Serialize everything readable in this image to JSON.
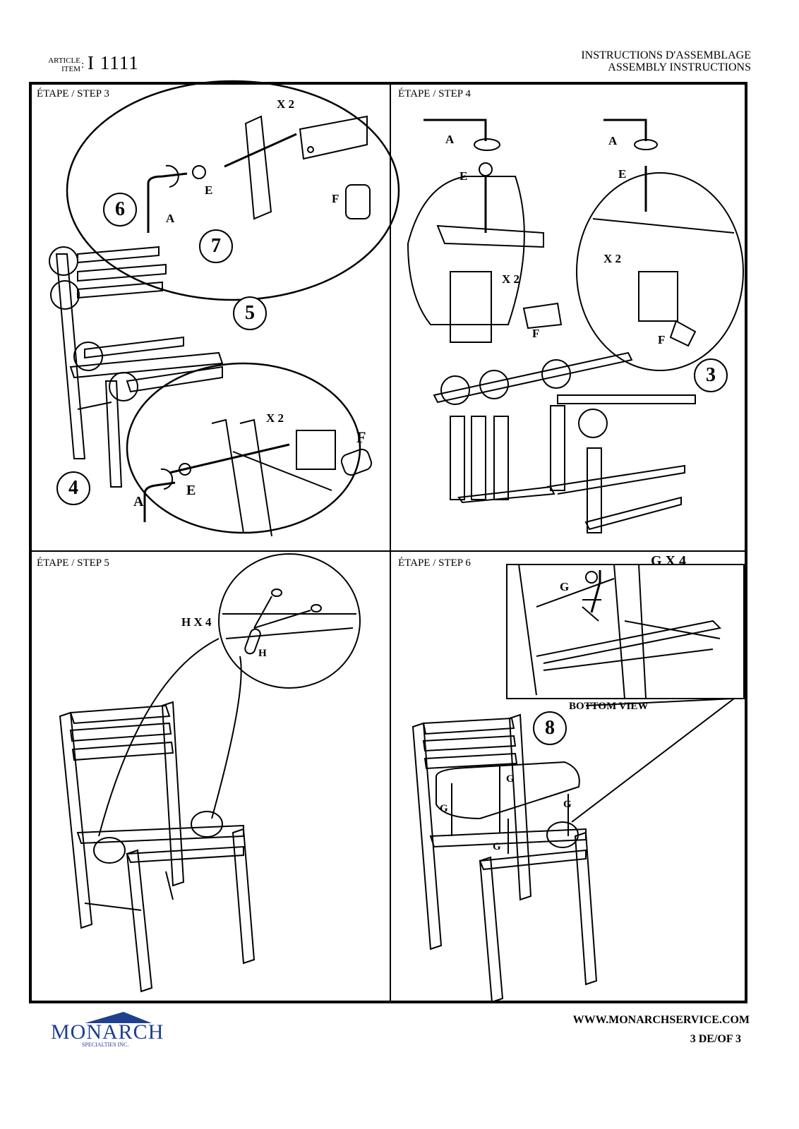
{
  "header": {
    "article_label": "ARTICLE",
    "item_label": "ITEM",
    "item_number": "I 1111",
    "title_fr": "INSTRUCTIONS D'ASSEMBLAGE",
    "title_en": "ASSEMBLY INSTRUCTIONS"
  },
  "panels": {
    "step3": {
      "heading": "ÉTAPE / STEP 3",
      "qty_top": "X 2",
      "qty_bottom": "X 2",
      "labels": {
        "A": "A",
        "E": "E",
        "F": "F"
      },
      "parts": [
        "6",
        "7",
        "5",
        "4"
      ]
    },
    "step4": {
      "heading": "ÉTAPE / STEP 4",
      "qty": "X 2",
      "labels": {
        "A": "A",
        "E": "E",
        "F": "F"
      },
      "part": "3"
    },
    "step5": {
      "heading": "ÉTAPE / STEP 5",
      "qty": "H X 4",
      "label_h": "H"
    },
    "step6": {
      "heading": "ÉTAPE / STEP 6",
      "qty": "G X 4",
      "label_g": "G",
      "bottom_view": "BOTTOM VIEW",
      "part": "8"
    }
  },
  "footer": {
    "brand": "MONARCH",
    "brand_sub": "SPECIALTIES INC.",
    "brand_color": "#1f3f8f",
    "website": "WWW.MONARCHSERVICE.COM",
    "page": "3 DE/OF 3"
  }
}
